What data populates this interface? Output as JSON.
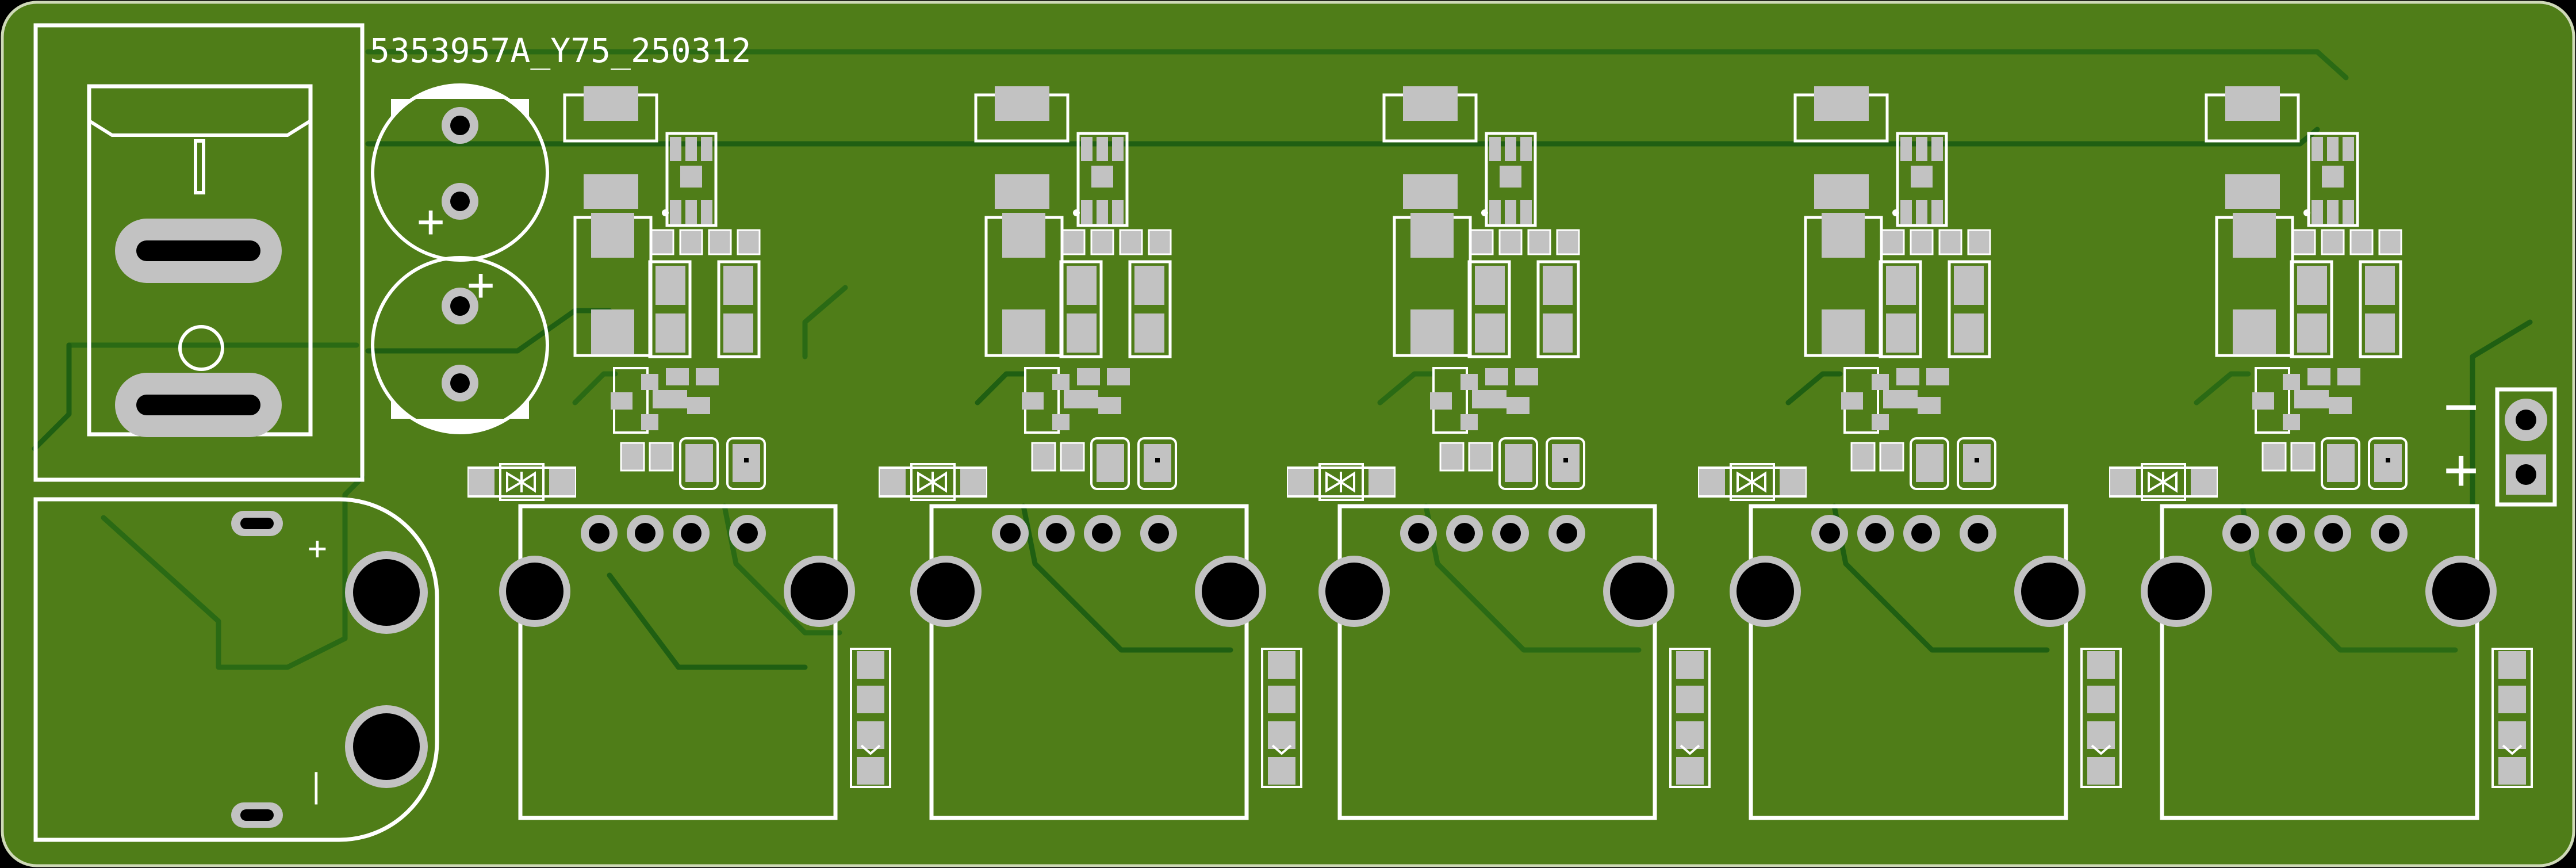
{
  "board": {
    "label": "5353957A_Y75_250312",
    "colors": {
      "board": "#4f7d18",
      "edge": "#cfd9b8",
      "trace": "#1f5f12",
      "trace_dark": "#2a6a14",
      "silk": "#ffffff",
      "pad": "#c2c2c2",
      "hole": "#000000",
      "gap": "#3f6812"
    }
  },
  "power_connector": {
    "minus_label": "−",
    "plus_label": "+"
  },
  "battery_holder": {
    "plus_label": "+",
    "minus_label": "|"
  },
  "capacitors": {
    "top_label": "+",
    "bottom_label": "+"
  },
  "channels": [
    {
      "id": "ch1"
    },
    {
      "id": "ch2"
    },
    {
      "id": "ch3"
    },
    {
      "id": "ch4"
    },
    {
      "id": "ch5"
    }
  ],
  "icons": {
    "diode": "tvs-diode-icon",
    "usb_port": "usb-a-connector-icon",
    "rocker_switch": "rocker-switch-icon"
  }
}
